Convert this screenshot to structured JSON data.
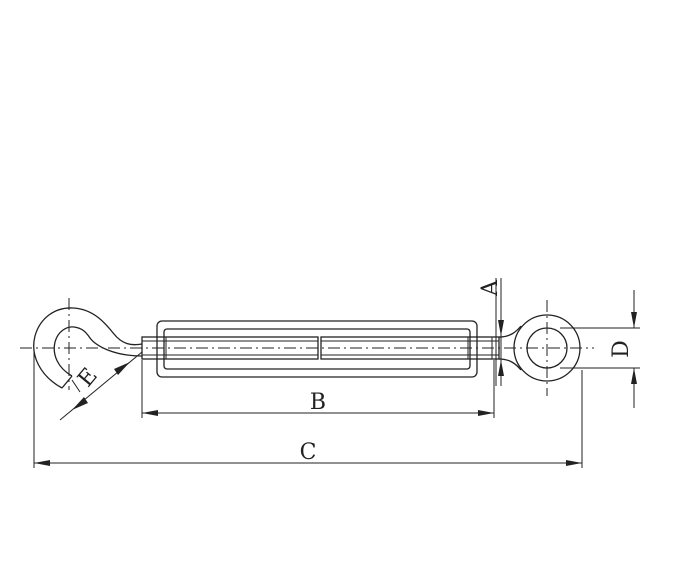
{
  "diagram": {
    "labels": {
      "a": "A",
      "b": "B",
      "c": "C",
      "d": "D",
      "e": "E"
    },
    "colors": {
      "stroke": "#222222",
      "background": "#ffffff"
    }
  }
}
